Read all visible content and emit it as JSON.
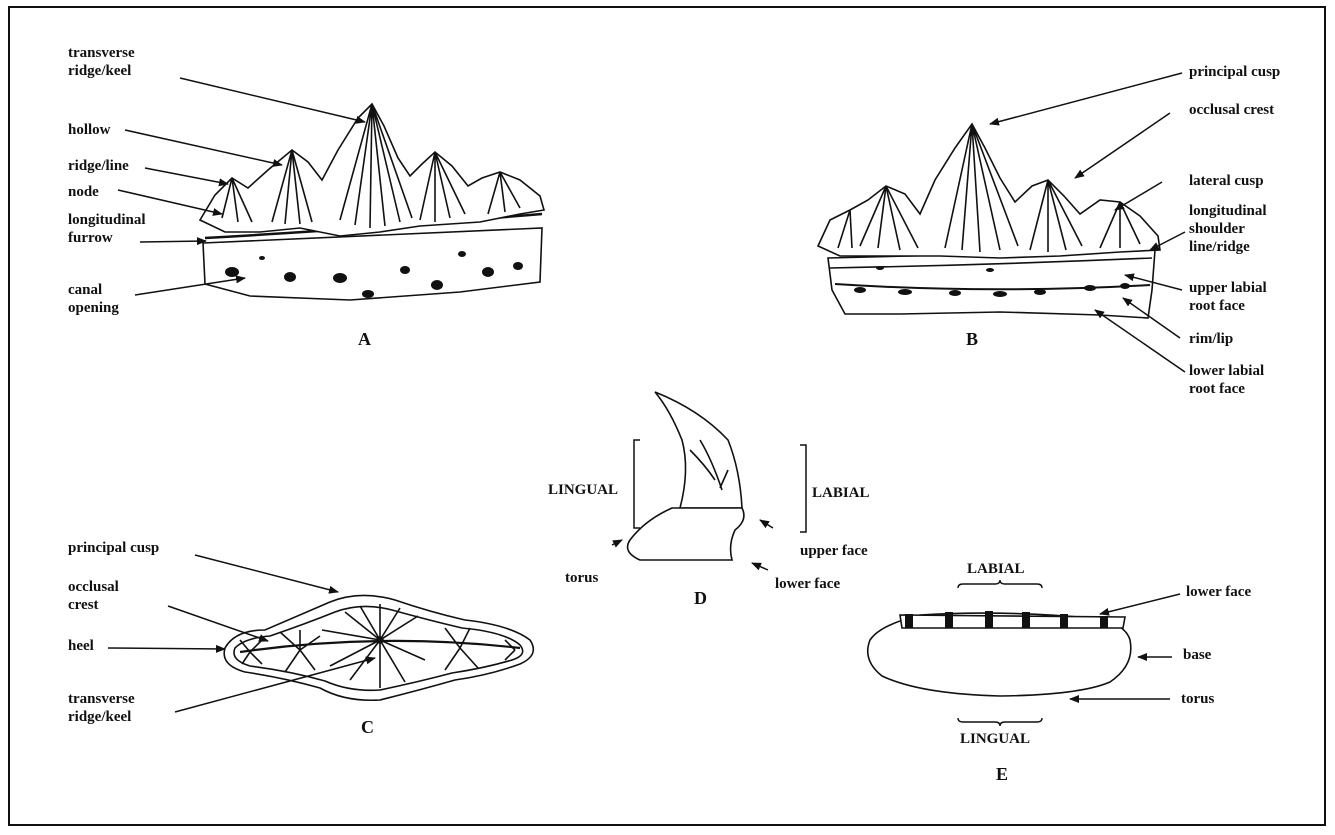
{
  "panels": {
    "A": {
      "letter": "A",
      "labels": {
        "transverse_ridge": "transverse\nridge/keel",
        "hollow": "hollow",
        "ridge_line": "ridge/line",
        "node": "node",
        "longitudinal_furrow": "longitudinal\nfurrow",
        "canal_opening": "canal\nopening"
      }
    },
    "B": {
      "letter": "B",
      "labels": {
        "principal_cusp": "principal cusp",
        "occlusal_crest": "occlusal crest",
        "lateral_cusp": "lateral cusp",
        "shoulder": "longitudinal\nshoulder\nline/ridge",
        "upper_labial": "upper labial\nroot face",
        "rim_lip": "rim/lip",
        "lower_labial": "lower labial\nroot face"
      }
    },
    "C": {
      "letter": "C",
      "labels": {
        "principal_cusp": "principal cusp",
        "occlusal_crest": "occlusal\ncrest",
        "heel": "heel",
        "transverse_ridge": "transverse\nridge/keel"
      }
    },
    "D": {
      "letter": "D",
      "labels": {
        "lingual": "LINGUAL",
        "labial": "LABIAL",
        "upper_face": "upper face",
        "torus": "torus",
        "lower_face": "lower face"
      }
    },
    "E": {
      "letter": "E",
      "labels": {
        "labial": "LABIAL",
        "lingual": "LINGUAL",
        "lower_face": "lower face",
        "base": "base",
        "torus": "torus"
      }
    }
  }
}
